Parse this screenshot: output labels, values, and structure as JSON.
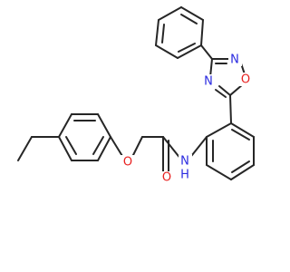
{
  "atoms": {
    "O_ether": {
      "label": "O",
      "color": "#e8201f"
    },
    "O_carbonyl": {
      "label": "O",
      "color": "#e8201f"
    },
    "N_amide": {
      "label": "N",
      "color": "#2a2ae0"
    },
    "H_amide": {
      "label": "H",
      "color": "#2a2ae0"
    },
    "N_ring_top": {
      "label": "N",
      "color": "#2a2ae0"
    },
    "O_ring": {
      "label": "O",
      "color": "#e8201f"
    },
    "N_ring_bottom": {
      "label": "N",
      "color": "#2a2ae0"
    }
  },
  "colors": {
    "bond": "#262626",
    "oxygen": "#e8201f",
    "nitrogen": "#2a2ae0",
    "background": "#ffffff"
  }
}
